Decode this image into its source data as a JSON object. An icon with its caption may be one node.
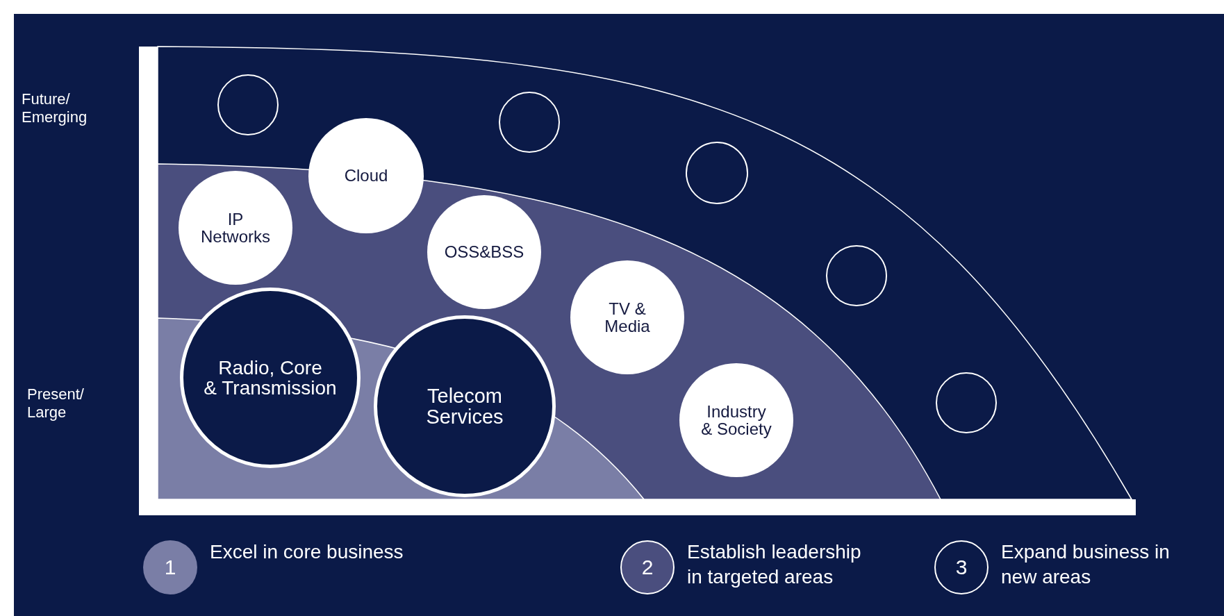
{
  "diagram": {
    "nodes": [
      {
        "text": [],
        "shape": "circle"
      },
      {
        "text": [],
        "shape": "circle"
      },
      {
        "text": [],
        "shape": "circle"
      },
      {
        "text": [],
        "shape": "circle"
      },
      {
        "text": [],
        "shape": "circle"
      },
      {
        "text": [
          "Cloud"
        ]
      },
      {
        "text": [
          "IP Networks"
        ]
      },
      {
        "text": [
          "OSS&BSS"
        ]
      },
      {
        "text": [
          "TV & Media"
        ]
      },
      {
        "text": [
          "Industry & Society"
        ]
      },
      {
        "text": [
          "Radio, Core & Transmission"
        ]
      },
      {
        "text": [
          "Telecom Services"
        ]
      },
      {
        "text": [
          "1"
        ],
        "beside": [
          "Excel in core business"
        ]
      },
      {
        "text": [
          "2"
        ],
        "beside": [
          "Establish leadership in targeted areas"
        ]
      },
      {
        "text": [
          "3"
        ],
        "beside": [
          "Expand business in new areas"
        ]
      }
    ],
    "edges": [],
    "labels": [
      "Future/ Emerging",
      "Present/ Large"
    ]
  }
}
